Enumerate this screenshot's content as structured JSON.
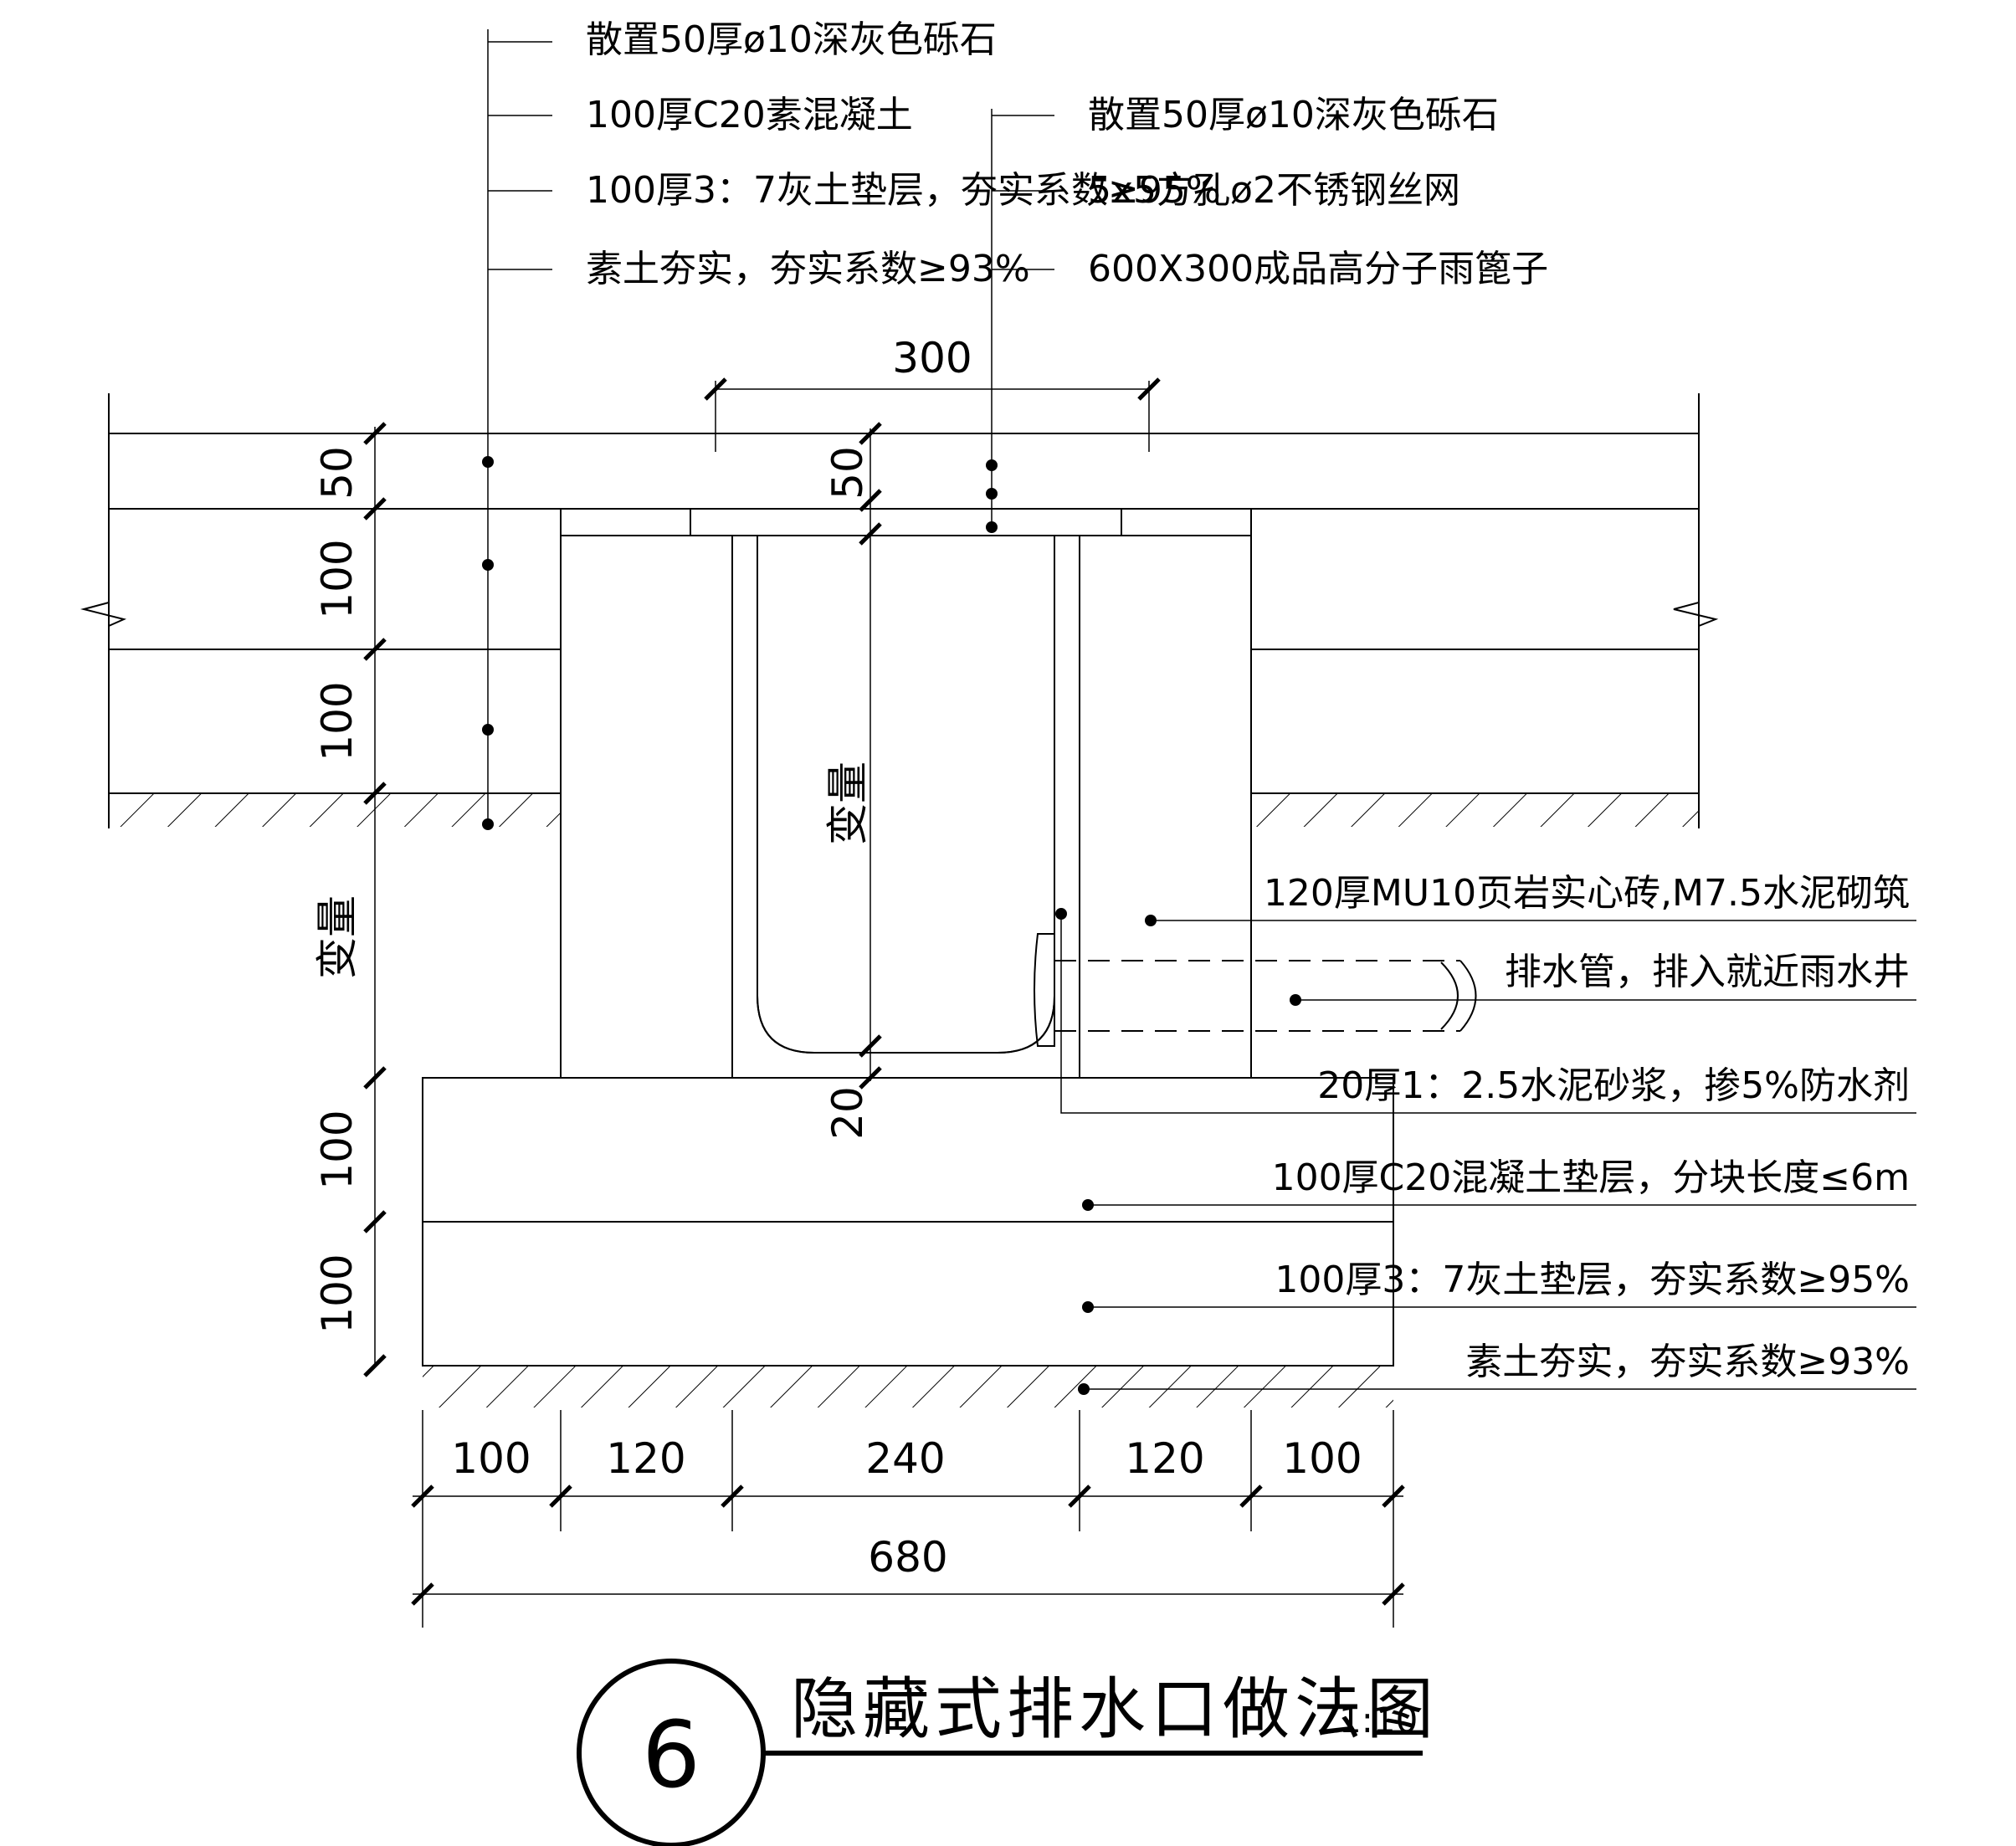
{
  "top_left_labels": [
    "散置50厚ø10深灰色砾石",
    "100厚C20素混凝土",
    "100厚3：7灰土垫层，夯实系数≥95%",
    "素土夯实，夯实系数≥93%"
  ],
  "top_right_labels": [
    "散置50厚ø10深灰色砾石",
    "5x5方孔ø2不锈钢丝网",
    "600X300成品高分子雨篦子"
  ],
  "right_labels": [
    "120厚MU10页岩实心砖,M7.5水泥砌筑",
    "排水管，排入就近雨水井",
    "20厚1：2.5水泥砂浆，掺5%防水剂",
    "100厚C20混凝土垫层，分块长度≤6m",
    "100厚3：7灰土垫层，夯实系数≥95%",
    "素土夯实，夯实系数≥93%"
  ],
  "dimensions": {
    "top_width": "300",
    "left_slab": "100",
    "left_base": "100",
    "left_gravel": "50",
    "left_variable": "变量",
    "inner_top": "50",
    "inner_variable": "变量",
    "inner_bottom": "20",
    "footing_concrete": "100",
    "footing_lime": "100",
    "bottom_parts": [
      "100",
      "120",
      "240",
      "120",
      "100"
    ],
    "bottom_total": "680"
  },
  "title": {
    "number": "6",
    "text": "隐藏式排水口做法图",
    "scale": "1:10"
  },
  "colors": {
    "ink": "#000000",
    "paper": "#ffffff"
  }
}
